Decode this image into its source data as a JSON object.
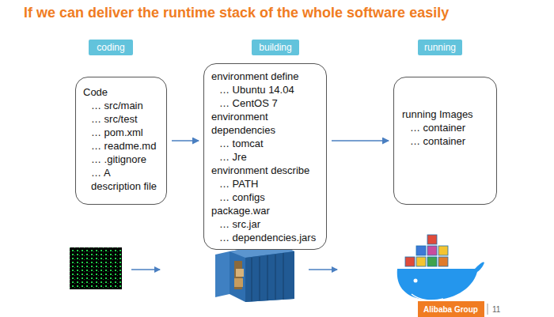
{
  "diagram": {
    "title": "If we can deliver the runtime stack of the whole software easily",
    "nodes": [
      {
        "text": [
          "coding"
        ]
      },
      {
        "text": [
          "Code",
          "… src/main",
          "… src/test",
          "… pom.xml",
          "… readme.md",
          "… .gitignore",
          "… A description file"
        ]
      },
      {
        "text": [
          "building"
        ]
      },
      {
        "text": [
          "environment define",
          "… Ubuntu 14.04",
          "… CentOS 7",
          "environment dependencies",
          "… tomcat",
          "… Jre",
          "environment describe",
          "… PATH",
          "… configs",
          "package.war",
          "… src.jar",
          "… dependencies.jars"
        ]
      },
      {
        "text": [
          "running"
        ]
      },
      {
        "text": [
          "running Images",
          "… container",
          "… container"
        ]
      }
    ],
    "edges": [
      {
        "from": 1,
        "to": 3,
        "arrow": "to"
      },
      {
        "from": 3,
        "to": 5,
        "arrow": "to"
      }
    ],
    "labels": [
      "Alibaba Group",
      "11"
    ]
  }
}
